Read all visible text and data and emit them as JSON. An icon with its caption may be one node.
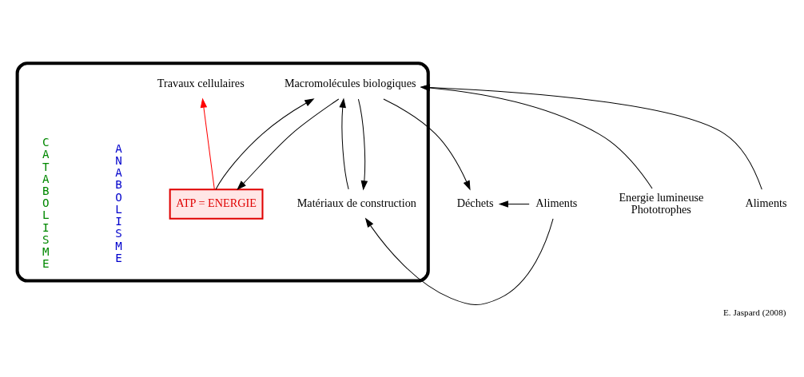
{
  "diagram": {
    "caption": "E. Jaspard (2008)",
    "nodes": [
      {
        "text": [],
        "shape": "box"
      },
      {
        "text": [
          "Macromolécules biologiques"
        ],
        "in": 0
      },
      {
        "text": [
          "Travaux cellulaires"
        ],
        "in": 0
      },
      {
        "text": [
          "ATP = ENERGIE"
        ],
        "in": 0
      },
      {
        "text": [
          "Matériaux de construction"
        ],
        "in": 0
      },
      {
        "text": [
          "Energie lumineuse",
          "Phototrophes"
        ]
      },
      {
        "text": [
          "Aliments"
        ]
      },
      {
        "text": [
          "Aliments"
        ]
      },
      {
        "text": [
          "Déchets"
        ]
      }
    ],
    "edges": [
      {
        "from": 4,
        "to": 1,
        "arrow": "to"
      },
      {
        "from": 6,
        "to": 1,
        "arrow": "to"
      },
      {
        "from": 5,
        "to": 1,
        "arrow": "to"
      },
      {
        "from": 3,
        "to": 1,
        "arrow": "to"
      },
      {
        "from": 1,
        "to": 3,
        "arrow": "to"
      },
      {
        "from": 1,
        "to": 4,
        "arrow": "to"
      },
      {
        "from": 7,
        "to": 4,
        "arrow": "to"
      },
      {
        "from": 1,
        "to": 8,
        "arrow": "to"
      },
      {
        "from": 7,
        "to": 8,
        "arrow": "to"
      },
      {
        "from": 3,
        "to": 2,
        "arrow": "to",
        "color": "#ff0000"
      }
    ],
    "labels": [
      "ANABOLISME",
      "CATABOLISME"
    ]
  }
}
